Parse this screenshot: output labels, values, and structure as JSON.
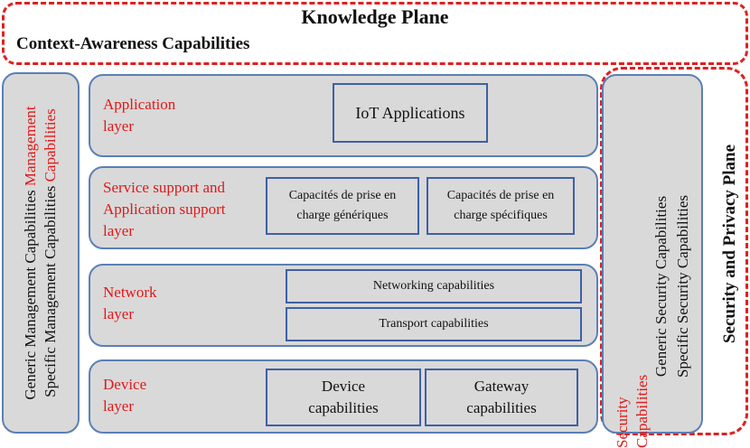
{
  "knowledge_plane": {
    "title": "Knowledge Plane",
    "subtitle": "Context-Awareness Capabilities"
  },
  "management": {
    "generic_prefix": "Generic Management Capabilities",
    "generic_suffix": "Management",
    "specific_prefix": "Specific Management Capabilities",
    "specific_suffix": "Capabilities"
  },
  "layers": {
    "application": {
      "label_line1": "Application",
      "label_line2": "layer",
      "box": "IoT Applications"
    },
    "service": {
      "label_line1": "Service support and",
      "label_line2": "Application support",
      "label_line3": "layer",
      "box1_line1": "Capacités de prise en",
      "box1_line2": "charge génériques",
      "box2_line1": "Capacités de prise en",
      "box2_line2": "charge spécifiques"
    },
    "network": {
      "label_line1": "Network",
      "label_line2": "layer",
      "box1": "Networking capabilities",
      "box2": "Transport capabilities"
    },
    "device": {
      "label_line1": "Device",
      "label_line2": "layer",
      "box1_line1": "Device",
      "box1_line2": "capabilities",
      "box2_line1": "Gateway",
      "box2_line2": "capabilities"
    }
  },
  "security": {
    "label_line1": "Security",
    "label_line2": "Capabilities",
    "generic": "Generic Security  Capabilities",
    "specific": "Specific Security Capabilities",
    "plane_title": "Security and Privacy Plane"
  },
  "colors": {
    "dash_red": "#e02020",
    "label_red": "#e01818",
    "panel_fill": "#d9d9d9",
    "panel_border": "#5b7fb5",
    "box_border": "#3f5fa6"
  }
}
